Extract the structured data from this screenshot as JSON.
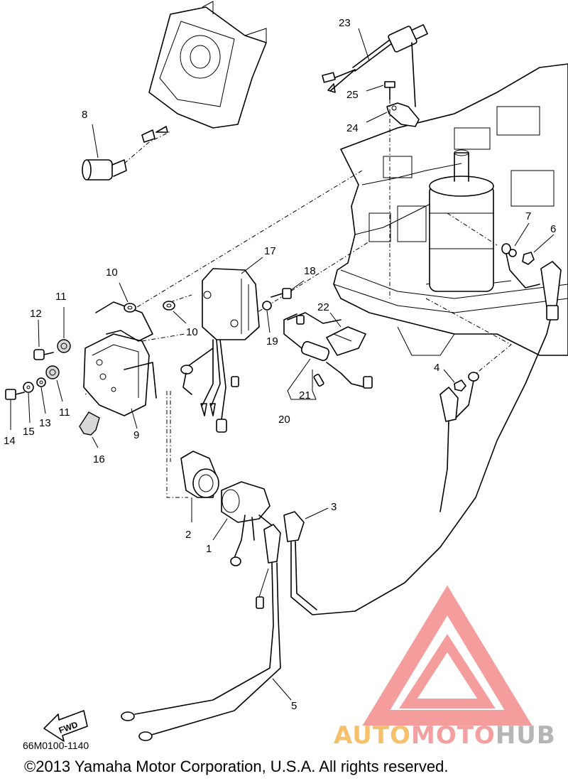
{
  "diagram": {
    "code": "66M0100-1140",
    "copyright": "©2013 Yamaha Motor Corporation, U.S.A. All rights reserved.",
    "fwd_label": "FWD",
    "watermark": {
      "part1": "AUTO",
      "part2": "MOTO",
      "part3": "HUB"
    },
    "callouts": [
      {
        "id": "1",
        "label": "1"
      },
      {
        "id": "2",
        "label": "2"
      },
      {
        "id": "3",
        "label": "3"
      },
      {
        "id": "4",
        "label": "4"
      },
      {
        "id": "5",
        "label": "5"
      },
      {
        "id": "6",
        "label": "6"
      },
      {
        "id": "7",
        "label": "7"
      },
      {
        "id": "8",
        "label": "8"
      },
      {
        "id": "9",
        "label": "9"
      },
      {
        "id": "10a",
        "label": "10"
      },
      {
        "id": "10b",
        "label": "10"
      },
      {
        "id": "11a",
        "label": "11"
      },
      {
        "id": "11b",
        "label": "11"
      },
      {
        "id": "12",
        "label": "12"
      },
      {
        "id": "13",
        "label": "13"
      },
      {
        "id": "14",
        "label": "14"
      },
      {
        "id": "15",
        "label": "15"
      },
      {
        "id": "16",
        "label": "16"
      },
      {
        "id": "17",
        "label": "17"
      },
      {
        "id": "18",
        "label": "18"
      },
      {
        "id": "19",
        "label": "19"
      },
      {
        "id": "20",
        "label": "20"
      },
      {
        "id": "21",
        "label": "21"
      },
      {
        "id": "22",
        "label": "22"
      },
      {
        "id": "23",
        "label": "23"
      },
      {
        "id": "24",
        "label": "24"
      },
      {
        "id": "25",
        "label": "25"
      }
    ]
  }
}
